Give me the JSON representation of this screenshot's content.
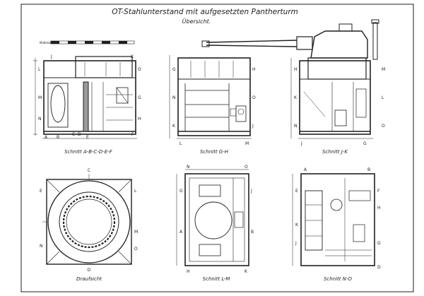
{
  "drawing": {
    "title": "OT-Stahlunterstand mit aufgesetzten Pantherturm",
    "subtitle": "Übersicht."
  },
  "scale_bar": {
    "label": "Maßstab"
  },
  "views": [
    {
      "caption": "Schnitt A-B-C-D-E-F"
    },
    {
      "caption": "Schnitt G-H"
    },
    {
      "caption": "Schnitt J-K"
    },
    {
      "caption": "Draufsicht"
    },
    {
      "caption": "Schnitt L-M"
    },
    {
      "caption": "Schnitt N-O"
    }
  ],
  "section_marks": {
    "v1": [
      "A",
      "B",
      "C",
      "D",
      "E",
      "F",
      "L",
      "M",
      "N",
      "O",
      "G",
      "H",
      "J",
      "K"
    ],
    "v2": [
      "G",
      "H",
      "N",
      "O",
      "K",
      "J",
      "L",
      "M"
    ],
    "v3": [
      "H",
      "M",
      "K",
      "L",
      "N",
      "O",
      "J",
      "G"
    ],
    "v4": [
      "C",
      "E",
      "L",
      "M",
      "N",
      "O",
      "D"
    ],
    "v5": [
      "N",
      "O",
      "G",
      "J",
      "A",
      "B",
      "H",
      "K"
    ],
    "v6": [
      "A",
      "B",
      "E",
      "F",
      "K",
      "H",
      "J",
      "G",
      "D"
    ]
  },
  "colors": {
    "ink": "#1f1f1f",
    "paper": "#ffffff",
    "hatch": "#555555"
  }
}
